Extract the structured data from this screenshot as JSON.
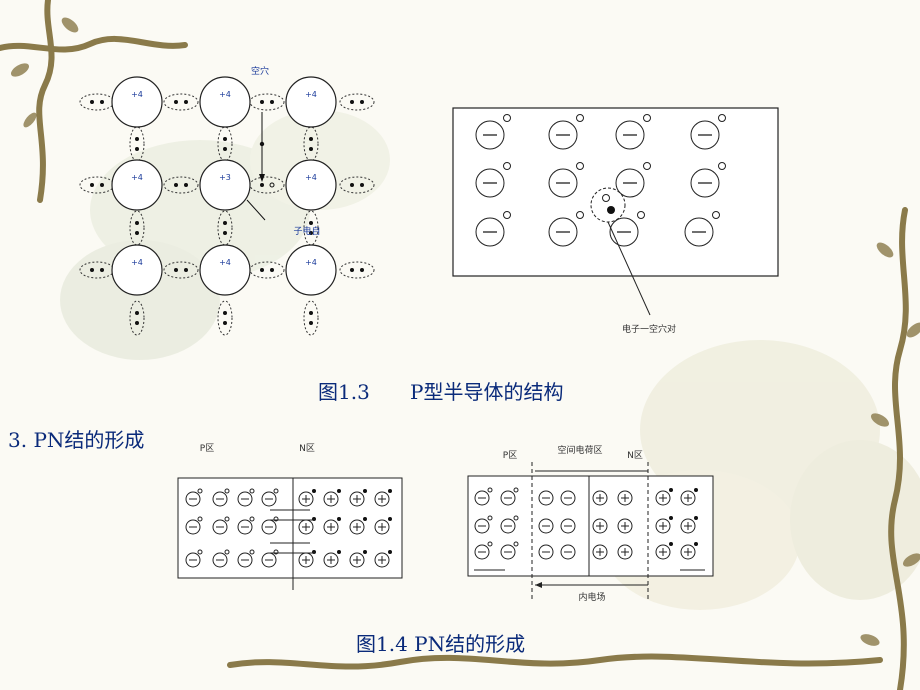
{
  "fig13": {
    "caption_num": "图1.3",
    "caption_text": "P型半导体的结构",
    "label_hole": "空穴",
    "label_electron": "子电自",
    "label_pair": "电子一空穴对",
    "atom_labels": [
      "+4",
      "+4",
      "+4",
      "+4",
      "+3",
      "+4",
      "+4",
      "+4",
      "+4"
    ]
  },
  "section": {
    "heading": "3. PN结的形成"
  },
  "fig14": {
    "caption": "图1.4   PN结的形成",
    "left_p": "P区",
    "left_n": "N区",
    "right_p": "P区",
    "right_space": "空间电荷区",
    "right_n": "N区",
    "inner_field": "内电场"
  },
  "colors": {
    "caption": "#0a2a7a",
    "vine": "#8a7a4a"
  }
}
